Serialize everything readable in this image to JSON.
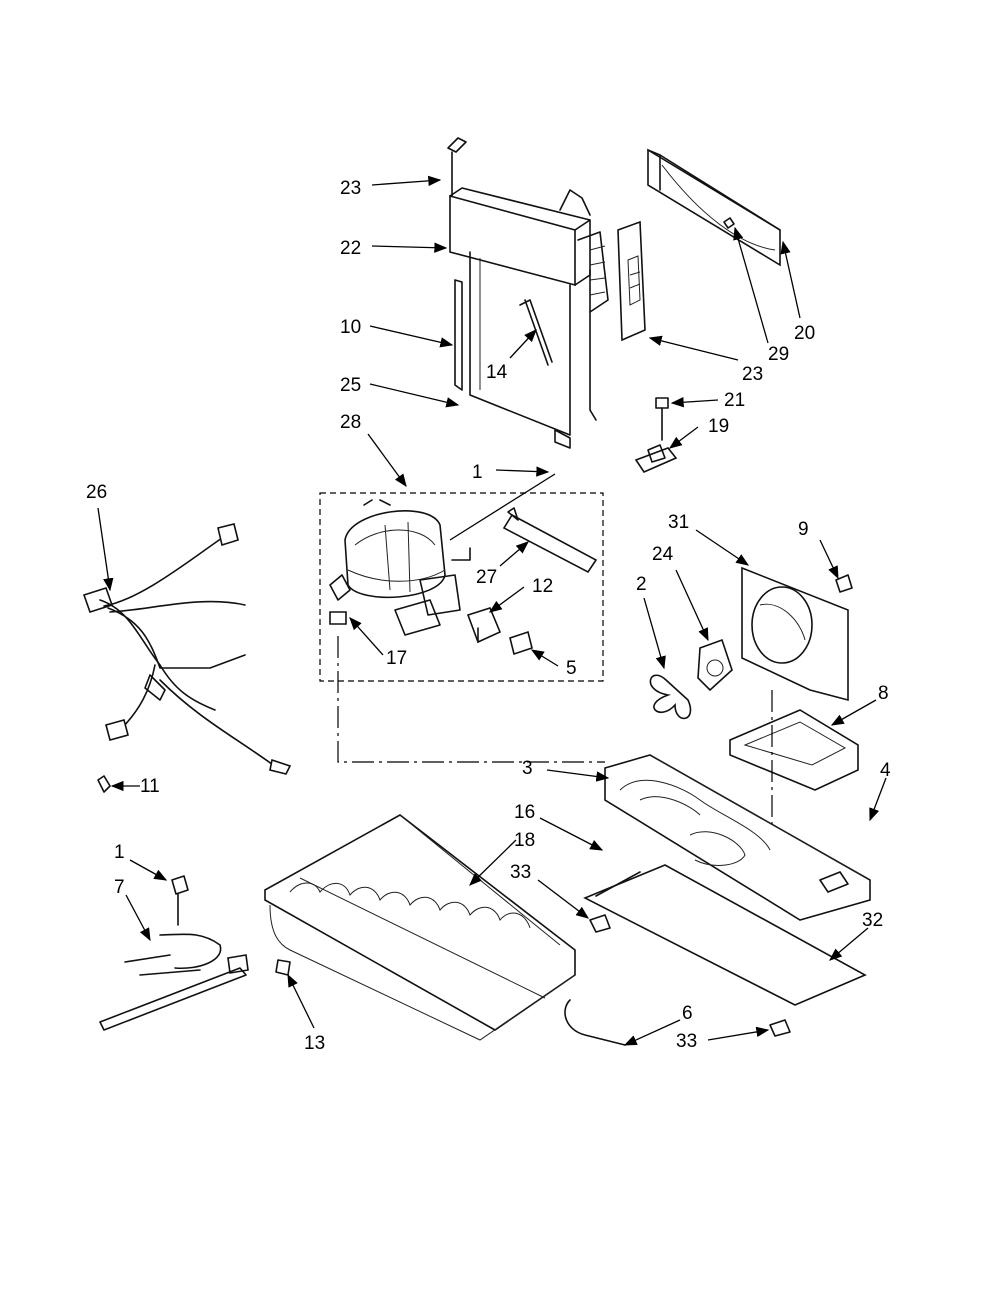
{
  "labels": {
    "l23a": "23",
    "l22": "22",
    "l10": "10",
    "l25": "25",
    "l28": "28",
    "l14": "14",
    "l1a": "1",
    "l20": "20",
    "l29": "29",
    "l23b": "23",
    "l21": "21",
    "l19": "19",
    "l26": "26",
    "l27": "27",
    "l12": "12",
    "l17": "17",
    "l5": "5",
    "l31": "31",
    "l9": "9",
    "l24": "24",
    "l2": "2",
    "l8": "8",
    "l11": "11",
    "l3": "3",
    "l4": "4",
    "l16": "16",
    "l18": "18",
    "l1b": "1",
    "l7": "7",
    "l33a": "33",
    "l32": "32",
    "l13": "13",
    "l6": "6",
    "l33b": "33"
  }
}
